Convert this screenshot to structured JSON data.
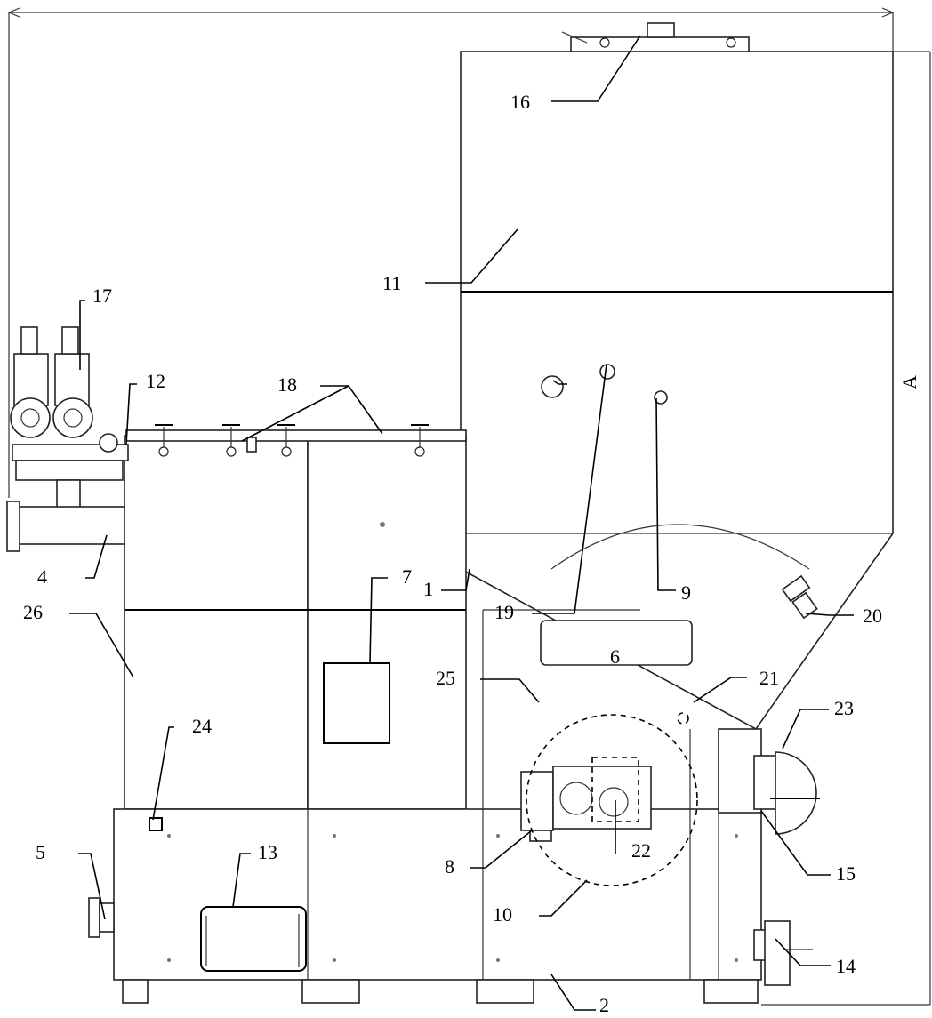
{
  "dimension_labels": {
    "height": "A"
  },
  "callouts": [
    "1",
    "2",
    "4",
    "5",
    "6",
    "7",
    "8",
    "9",
    "10",
    "11",
    "12",
    "13",
    "14",
    "15",
    "16",
    "17",
    "18",
    "19",
    "20",
    "21",
    "22",
    "23",
    "24",
    "25",
    "26"
  ]
}
